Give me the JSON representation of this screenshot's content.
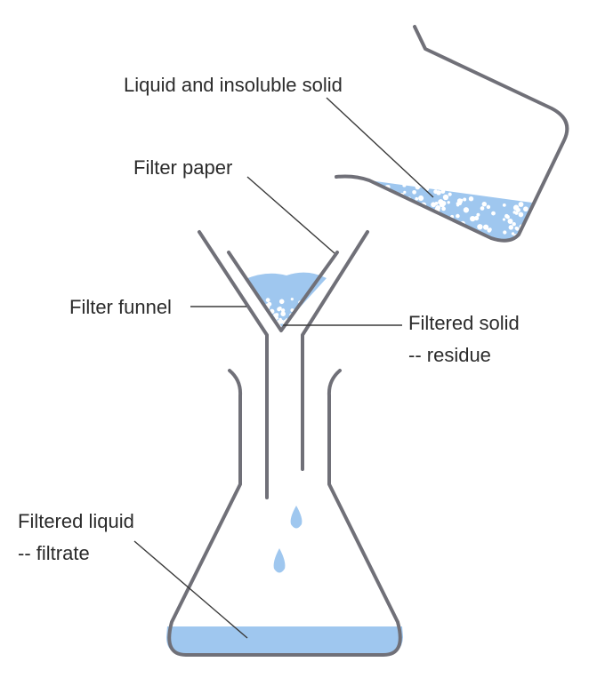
{
  "labels": {
    "liquid_and_solid": "Liquid and insoluble solid",
    "filter_paper": "Filter paper",
    "filter_funnel": "Filter funnel",
    "filtered_solid_line1": "Filtered solid",
    "filtered_solid_line2": "-- residue",
    "filtered_liquid_line1": "Filtered liquid",
    "filtered_liquid_line2": "-- filtrate"
  },
  "colors": {
    "liquid": "#9fc7ef",
    "glass": "#707078",
    "text": "#2b2b2b",
    "particle": "#ffffff"
  }
}
